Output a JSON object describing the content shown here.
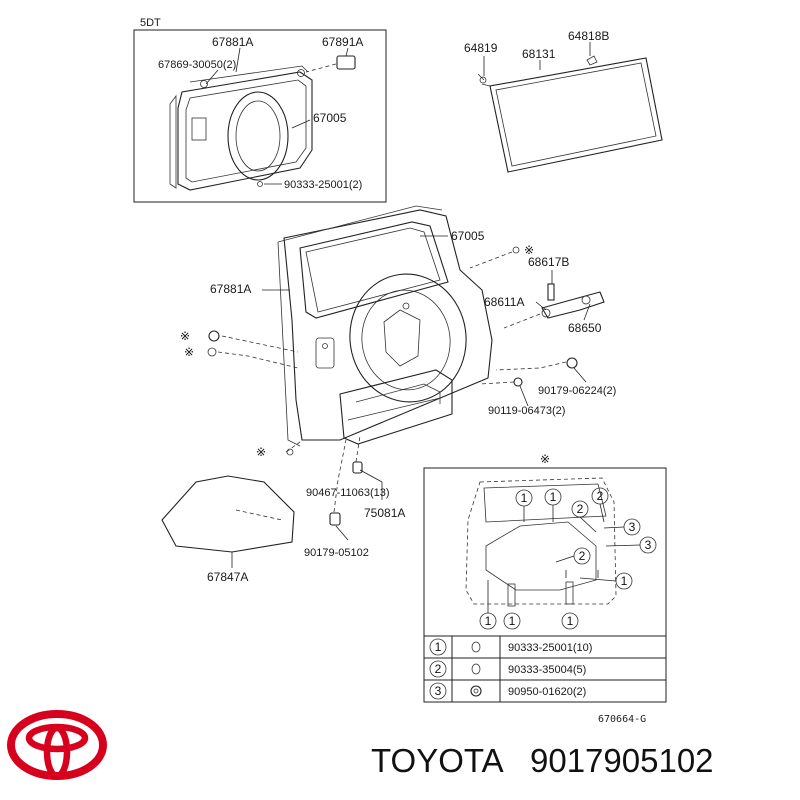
{
  "inset_top": {
    "title": "5DT",
    "labels": [
      "67881A",
      "67891A",
      "67869-30050(2)",
      "67005",
      "90333-25001(2)"
    ]
  },
  "glass": {
    "labels": [
      "64819",
      "68131",
      "64818B"
    ]
  },
  "main": {
    "labels": [
      "67005",
      "68617B",
      "67881A",
      "68611A",
      "68650",
      "90179-06224(2)",
      "90119-06473(2)",
      "90467-11063(13)",
      "75081A",
      "90179-05102",
      "67847A"
    ],
    "symbol": "※"
  },
  "inset_bottom": {
    "legend": [
      {
        "num": "1",
        "part": "90333-25001(10)"
      },
      {
        "num": "2",
        "part": "90333-35004(5)"
      },
      {
        "num": "3",
        "part": "90950-01620(2)"
      }
    ],
    "ref": "670664-G"
  },
  "brand": {
    "name": "TOYOTA",
    "part_number": "9017905102",
    "logo_color": "#d7001d"
  }
}
